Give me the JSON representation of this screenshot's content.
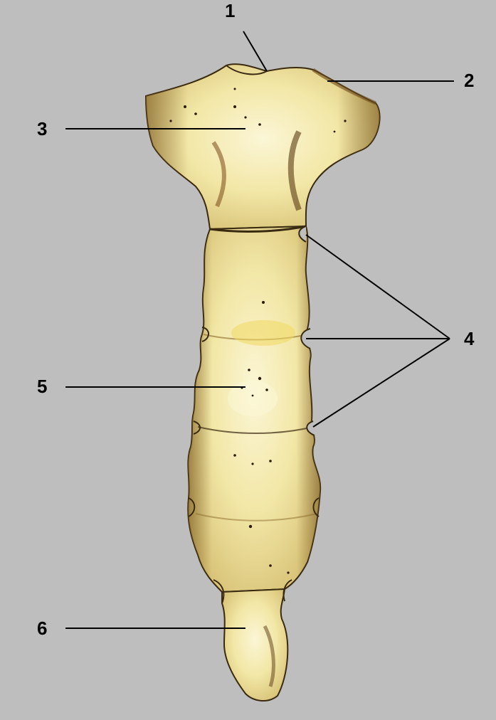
{
  "labels": {
    "l1": "1",
    "l2": "2",
    "l3": "3",
    "l4": "4",
    "l5": "5",
    "l6": "6"
  },
  "colors": {
    "background": "#bebebe",
    "bone": "#f2e7a6",
    "bone_light": "#fbf6d6",
    "bone_shadow": "#8a6a2c",
    "leader_line": "#000000"
  }
}
